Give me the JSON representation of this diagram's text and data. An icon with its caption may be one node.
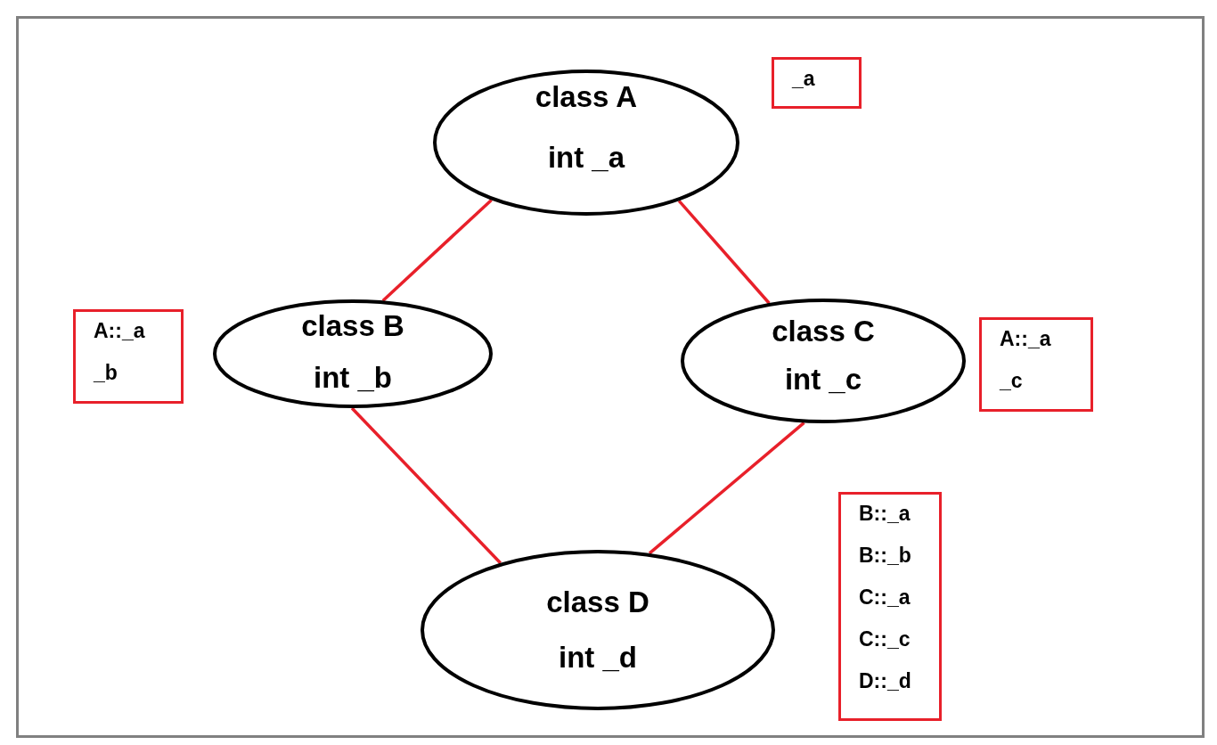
{
  "diagram": {
    "nodes": [
      {
        "text": [
          "class A",
          "int _a"
        ]
      },
      {
        "text": [
          "class B",
          "int _b"
        ]
      },
      {
        "text": [
          "class C",
          "int _c"
        ]
      },
      {
        "text": [
          "class D",
          "int _d"
        ]
      },
      {
        "text": [
          "_a"
        ]
      },
      {
        "text": [
          "A::_a",
          "_b"
        ]
      },
      {
        "text": [
          "A::_a",
          "_c"
        ]
      },
      {
        "text": [
          "B::_a",
          "B::_b",
          "C::_a",
          "C::_c",
          "D::_d"
        ]
      }
    ],
    "edges": [
      {
        "from": 0,
        "to": 1,
        "arrow": "none"
      },
      {
        "from": 0,
        "to": 2,
        "arrow": "none"
      },
      {
        "from": 1,
        "to": 3,
        "arrow": "none"
      },
      {
        "from": 2,
        "to": 3,
        "arrow": "none"
      }
    ]
  }
}
